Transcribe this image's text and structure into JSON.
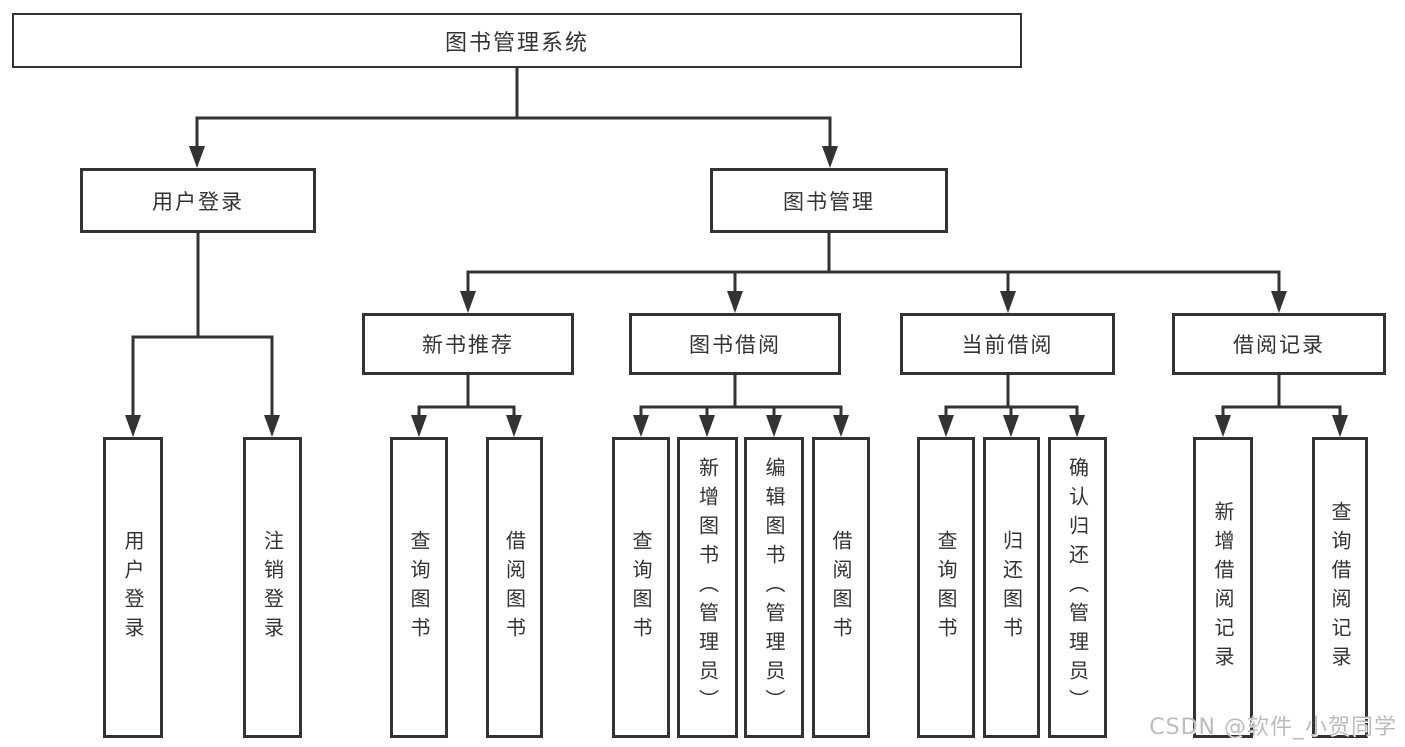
{
  "diagram": {
    "root_label": "图书管理系统",
    "level2": [
      {
        "label": "用户登录"
      },
      {
        "label": "图书管理"
      }
    ],
    "level3": [
      {
        "label": "新书推荐"
      },
      {
        "label": "图书借阅"
      },
      {
        "label": "当前借阅"
      },
      {
        "label": "借阅记录"
      }
    ],
    "leaves": {
      "user_login": [
        "用户登录",
        "注销登录"
      ],
      "new_book": [
        "查询图书",
        "借阅图书"
      ],
      "book_borrow": [
        "查询图书",
        "新增图书（管理员）",
        "编辑图书（管理员）",
        "借阅图书"
      ],
      "current_borrow": [
        "查询图书",
        "归还图书",
        "确认归还（管理员）"
      ],
      "borrow_record": [
        "新增借阅记录",
        "查询借阅记录"
      ]
    }
  },
  "colors": {
    "line": "#333333",
    "node_border": "#333333",
    "node_background": "#ffffff",
    "page_background": "#ffffff",
    "watermark": "#bcbcbc"
  },
  "watermark": {
    "text": "CSDN @软件_小贺同学"
  }
}
